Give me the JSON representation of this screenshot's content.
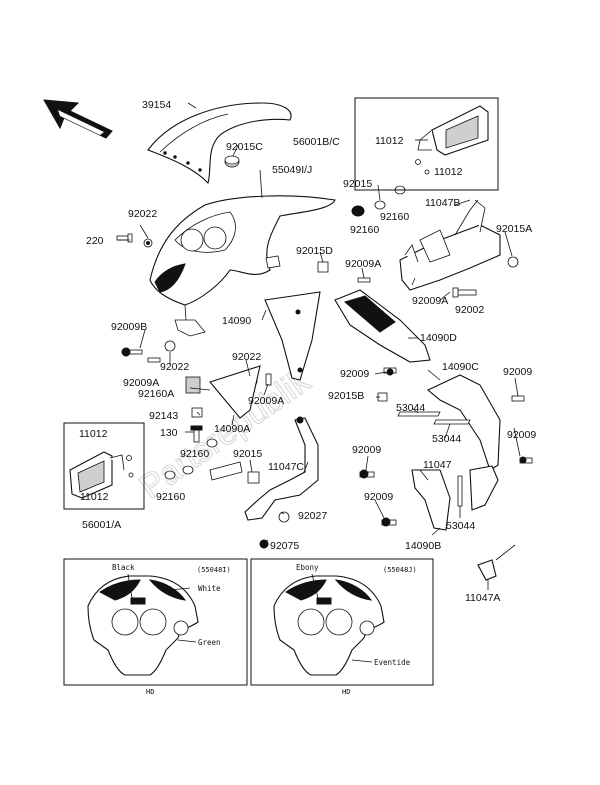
{
  "parts": {
    "p39154": "39154",
    "p92015C": "92015C",
    "p55049IJ": "55049I/J",
    "p56001BC": "56001B/C",
    "p11012a": "11012",
    "p11012b": "11012",
    "p92015": "92015",
    "p92160a": "92160",
    "p92160b": "92160",
    "p11047B": "11047B",
    "p92015A": "92015A",
    "p92022a": "92022",
    "p220": "220",
    "p92015D": "92015D",
    "p92009Aa": "92009A",
    "p92009Ab": "92009A",
    "p92002": "92002",
    "p14090": "14090",
    "p14090D": "14090D",
    "p92009Ba": "92009B",
    "p92022b": "92022",
    "p92022c": "92022",
    "p92009Ac": "92009A",
    "p92160A": "92160A",
    "p92009Ad": "92009A",
    "p14090C": "14090C",
    "p92009a": "92009",
    "p92009b": "92009",
    "p92015B": "92015B",
    "p53044a": "53044",
    "p53044b": "53044",
    "p92143": "92143",
    "p14090A": "14090A",
    "p130": "130",
    "p92009c": "92009",
    "p11012c": "11012",
    "p92160c": "92160",
    "p92015e": "92015",
    "p11047C": "11047C",
    "p92009d": "92009",
    "p11047": "11047",
    "p11012d": "11012",
    "p92160d": "92160",
    "p92009e": "92009",
    "p53044c": "53044",
    "p92027": "92027",
    "p56001A": "56001/A",
    "p92075": "92075",
    "p14090B": "14090B",
    "p11047A": "11047A"
  },
  "insets": {
    "left": {
      "code": "(55048I)",
      "colors": [
        "Black",
        "White",
        "Green"
      ],
      "footer": "HD"
    },
    "right": {
      "code": "(55048J)",
      "colors": [
        "Ebony",
        "Eventide"
      ],
      "footer": "HD"
    }
  },
  "watermark": "Partsrepublik"
}
